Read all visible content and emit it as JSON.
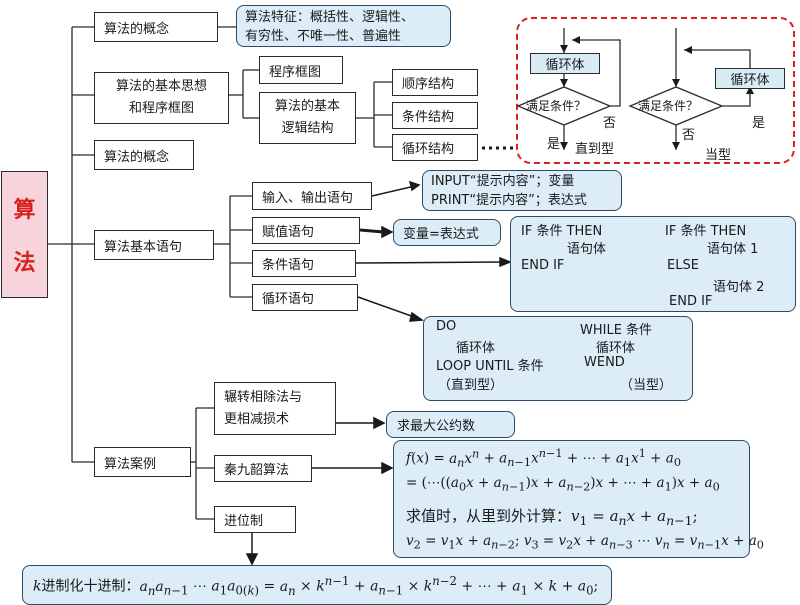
{
  "root": {
    "char1": "算",
    "char2": "法"
  },
  "branches": {
    "concept1": "算法的概念",
    "basic_idea_line1": "算法的基本思想",
    "basic_idea_line2": "和程序框图",
    "concept2": "算法的概念",
    "statements": "算法基本语句",
    "cases": "算法案例"
  },
  "concept_note": {
    "line1": "算法特征：概括性、逻辑性、",
    "line2": "有穷性、不唯一性、普遍性"
  },
  "flowchart": {
    "program_chart": "程序框图",
    "logic_line1": "算法的基本",
    "logic_line2": "逻辑结构",
    "structures": [
      "顺序结构",
      "条件结构",
      "循环结构"
    ]
  },
  "loop_diagram": {
    "body_label": "循环体",
    "condition_label": "满足条件？",
    "no_label": "否",
    "yes_label": "是",
    "until_label": "直到型",
    "while_label": "当型"
  },
  "statements": {
    "io": "输入、输出语句",
    "assign": "赋值语句",
    "cond": "条件语句",
    "loop": "循环语句",
    "io_note_line1": "INPUT“提示内容”；变量",
    "io_note_line2": "PRINT“提示内容”；表达式",
    "assign_note": "变量=表达式",
    "if_left": [
      "IF  条件  THEN",
      "语句体",
      "END   IF"
    ],
    "if_right": [
      "IF  条件   THEN",
      "语句体 1",
      "ELSE",
      "语句体  2",
      "END   IF"
    ],
    "loop_left": [
      "DO",
      "循环体",
      "LOOP  UNTIL  条件",
      "（直到型）"
    ],
    "loop_right": [
      "WHILE    条件",
      "循环体",
      "WEND",
      "（当型）"
    ]
  },
  "cases": {
    "euclid_line1": "辗转相除法与",
    "euclid_line2": "更相减损术",
    "gcd": "求最大公约数",
    "qin": "秦九韶算法",
    "base": "进位制",
    "eval_text": "求值时，从里到外计算："
  }
}
